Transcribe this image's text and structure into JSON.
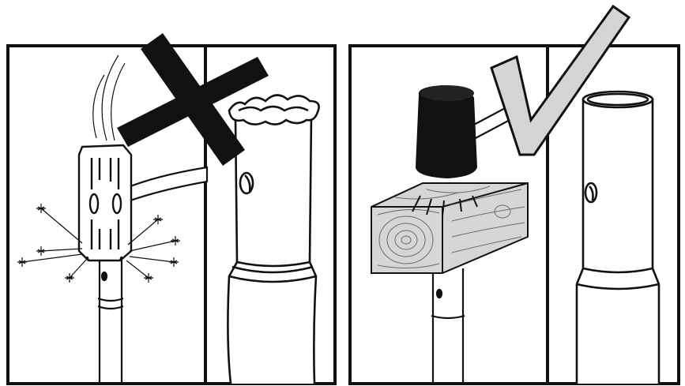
{
  "colors": {
    "ink": "#111111",
    "paper": "#ffffff",
    "wood": "#d6d6d6",
    "wood_grain": "#6b6b6b",
    "check_fill": "#d4d4d4"
  },
  "panels": [
    {
      "id": "wrong",
      "verdict_icon": "x-mark-icon",
      "scenes": [
        "steel-sledgehammer-strike",
        "mushroomed-post-top"
      ]
    },
    {
      "id": "right",
      "verdict_icon": "check-mark-icon",
      "scenes": [
        "rubber-mallet-on-wood-block",
        "intact-post-top"
      ]
    }
  ]
}
